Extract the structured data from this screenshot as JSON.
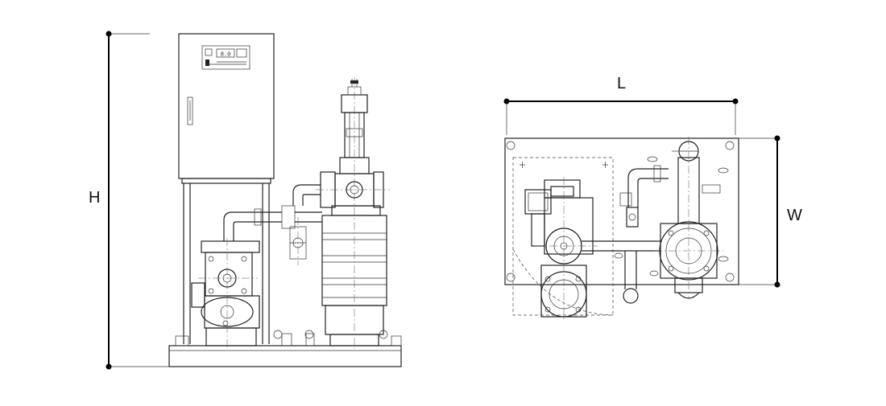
{
  "labels": {
    "height": "H",
    "length": "L",
    "width": "W"
  },
  "panel": {
    "display_text": "8.0"
  }
}
